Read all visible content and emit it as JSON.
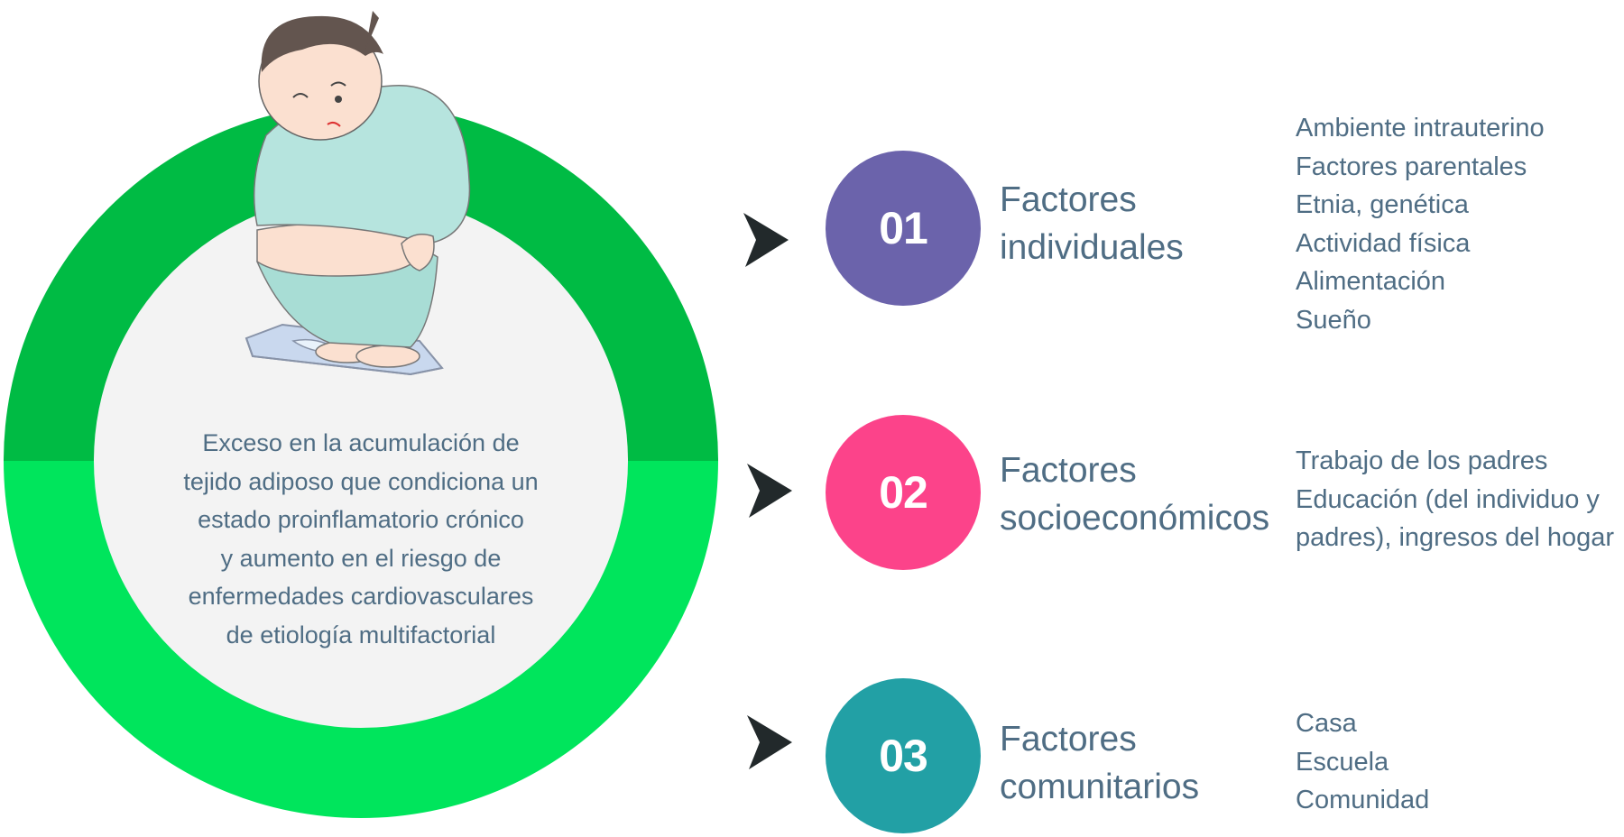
{
  "definition": {
    "lines": [
      "Exceso en la acumulación de",
      "tejido adiposo que condiciona un",
      "estado proinflamatorio crónico",
      "y aumento en el riesgo de",
      "enfermedades cardiovasculares",
      "de etiología multifactorial"
    ]
  },
  "factors": [
    {
      "number": "01",
      "title_lines": [
        "Factores",
        "individuales"
      ],
      "color": "#6b63ab",
      "items": [
        "Ambiente intrauterino",
        "Factores parentales",
        "Etnia, genética",
        "Actividad física",
        "Alimentación",
        "Sueño"
      ]
    },
    {
      "number": "02",
      "title_lines": [
        "Factores",
        "socioeconómicos"
      ],
      "color": "#fc438a",
      "items": [
        "Trabajo de los padres",
        "Educación (del individuo y",
        "padres), ingresos del hogar"
      ]
    },
    {
      "number": "03",
      "title_lines": [
        "Factores",
        "comunitarios"
      ],
      "color": "#22a0a5",
      "items": [
        "Casa",
        "Escuela",
        "Comunidad"
      ]
    }
  ],
  "colors": {
    "ring_top": "#00bb44",
    "ring_bottom": "#00e55c",
    "text": "#4f6d84",
    "arrow": "#22292b"
  }
}
